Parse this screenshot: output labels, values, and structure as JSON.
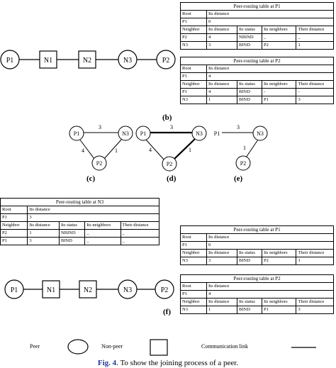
{
  "routing_tables": {
    "t_b_p1": {
      "title": "Peer-routing table at P1",
      "rows": [
        [
          "Root",
          "Its distance"
        ],
        [
          "P1",
          "0"
        ],
        [
          "Neighbor",
          "Its distance",
          "Its status",
          "Its neighbors",
          "Their distance"
        ],
        [
          "P2",
          "4",
          "NBIND",
          "_",
          "_"
        ],
        [
          "N3",
          "3",
          "BIND",
          "P2",
          "1"
        ]
      ]
    },
    "t_b_p2": {
      "title": "Peer-routing table at P2",
      "rows": [
        [
          "Root",
          "Its distance"
        ],
        [
          "P1",
          "4"
        ],
        [
          "Neighbor",
          "Its distance",
          "Its status",
          "Its neighbors",
          "Their distance"
        ],
        [
          "P1",
          "4",
          "BIND",
          "-",
          "-"
        ],
        [
          "N3",
          "1",
          "BIND",
          "P1",
          "3"
        ]
      ]
    },
    "t_n3": {
      "title": "Peer-routing table at N3",
      "rows": [
        [
          "Root",
          "Its distance"
        ],
        [
          "P1",
          "3"
        ],
        [
          "Neighbor",
          "Its distance",
          "Its status",
          "Its neighbors",
          "Their distance"
        ],
        [
          "P2",
          "1",
          "NBIND",
          "_",
          "_"
        ],
        [
          "P1",
          "3",
          "BIND",
          "_",
          "_"
        ]
      ]
    },
    "t_f_p1": {
      "title": "Peer-routing table at P1",
      "rows": [
        [
          "Root",
          "Its distance"
        ],
        [
          "P1",
          "0"
        ],
        [
          "Neighbor",
          "Its distance",
          "Its status",
          "Its neighbors",
          "Their distance"
        ],
        [
          "N3",
          "3",
          "BIND",
          "P2",
          "1"
        ]
      ]
    },
    "t_f_p2": {
      "title": "Peer-routing table at P2",
      "rows": [
        [
          "Root",
          "Its distance"
        ],
        [
          "P1",
          "4"
        ],
        [
          "Neighbor",
          "Its distance",
          "Its status",
          "Its neighbors",
          "Their distance"
        ],
        [
          "N3",
          "1",
          "BIND",
          "P1",
          "3"
        ]
      ]
    }
  },
  "labels": {
    "b": "(b)",
    "c": "(c)",
    "d": "(d)",
    "e": "(e)",
    "f": "(f)"
  },
  "nodes": {
    "p1": "P1",
    "p2": "P2",
    "n1": "N1",
    "n2": "N2",
    "n3": "N3"
  },
  "edge_weights": {
    "p1_n3": "3",
    "p1_p2": "4",
    "n3_p2": "1"
  },
  "legend": {
    "peer": "Peer",
    "non_peer": "Non-peer",
    "link": "Communication link"
  },
  "caption": {
    "fig": "Fig. 4",
    "text": ". To show the joining process of a peer."
  }
}
